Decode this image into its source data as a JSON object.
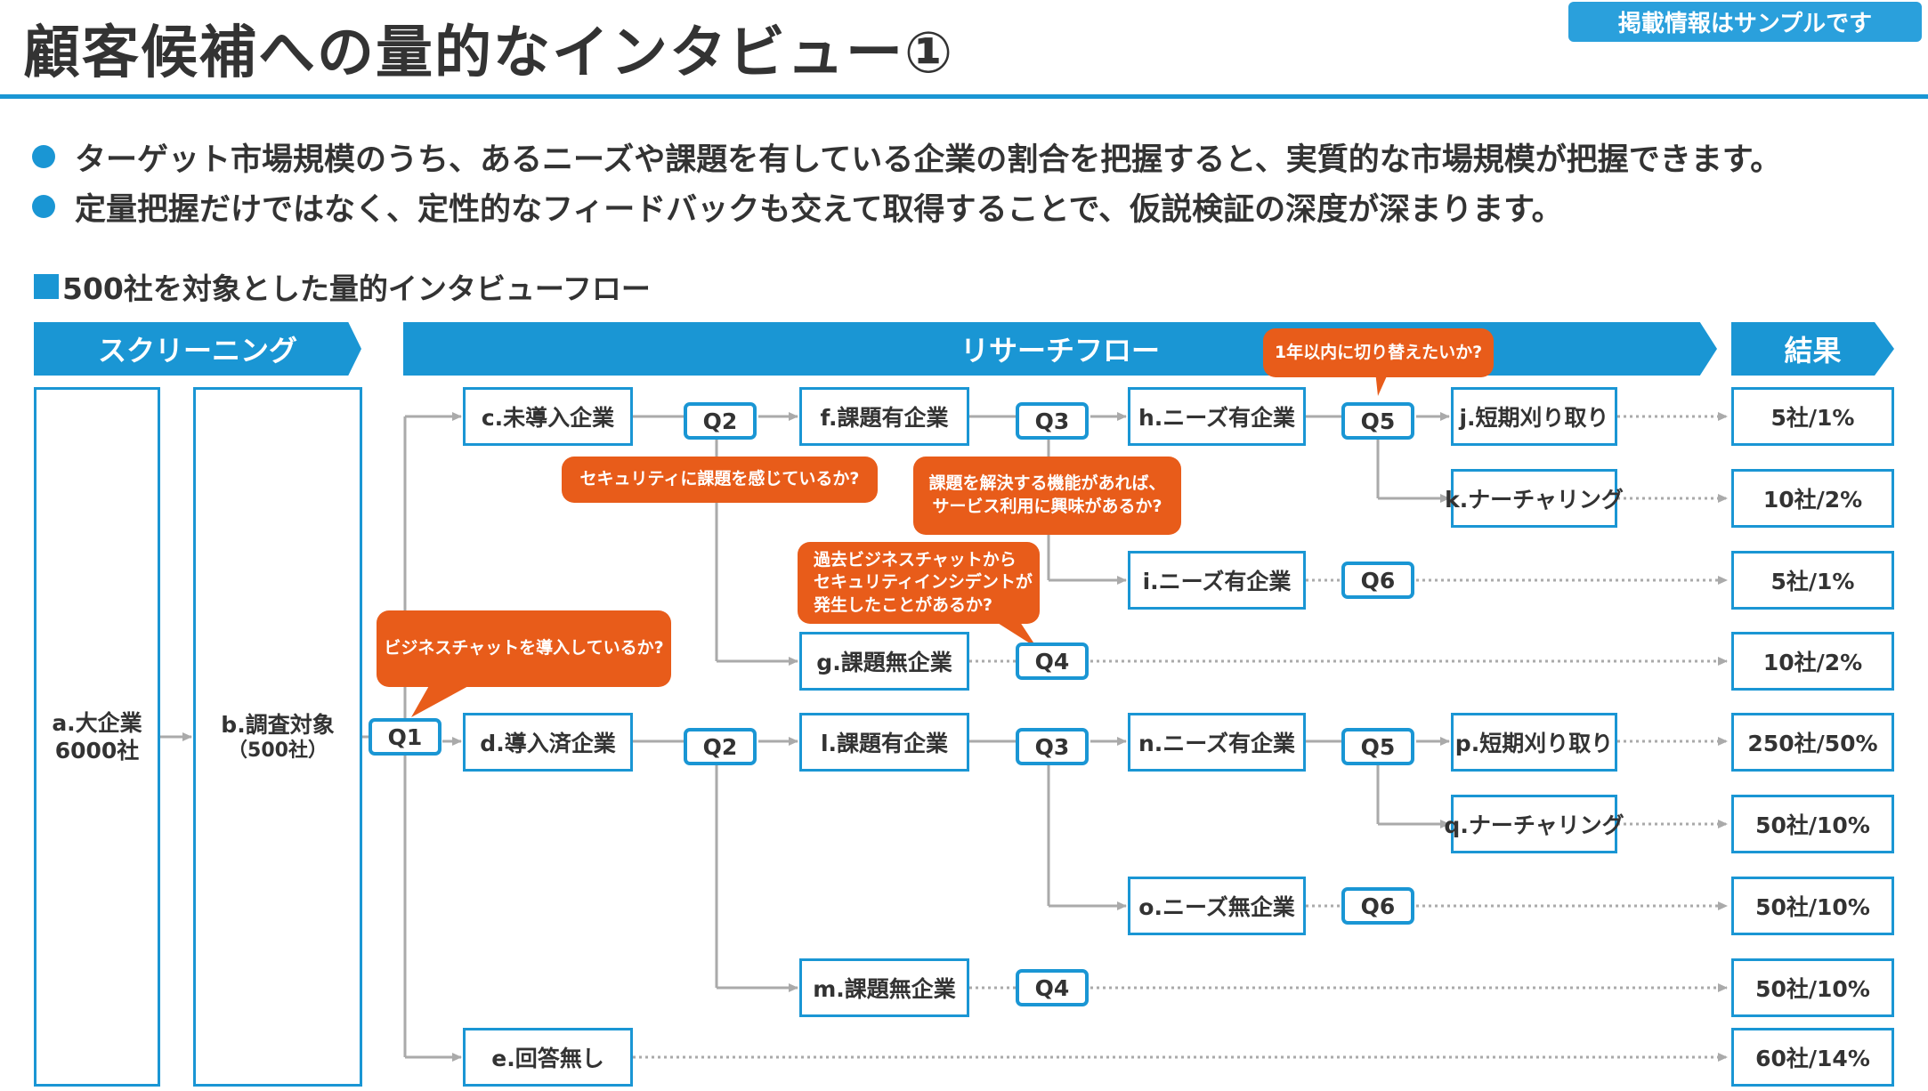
{
  "header": {
    "title": "顧客候補への量的なインタビュー①",
    "sample_badge": "掲載情報はサンプルです"
  },
  "bullets": [
    "ターゲット市場規模のうち、あるニーズや課題を有している企業の割合を把握すると、実質的な市場規模が把握できます。",
    "定量把握だけではなく、定性的なフィードバックも交えて取得することで、仮説検証の深度が深まります。"
  ],
  "section_title": "500社を対象とした量的インタビューフロー",
  "bands": {
    "screening": "スクリーニング",
    "research_flow": "リサーチフロー",
    "results": "結果"
  },
  "screening": {
    "a_line1": "a.大企業",
    "a_line2": "6000社",
    "b_line1": "b.調査対象",
    "b_line2": "（500社）"
  },
  "questions": {
    "q1": "Q1",
    "q2": "Q2",
    "q3": "Q3",
    "q4": "Q4",
    "q5": "Q5",
    "q6": "Q6"
  },
  "nodes": {
    "c": "c.未導入企業",
    "d": "d.導入済企業",
    "e": "e.回答無し",
    "f": "f.課題有企業",
    "g": "g.課題無企業",
    "h": "h.ニーズ有企業",
    "i": "i.ニーズ有企業",
    "j": "j.短期刈り取り",
    "k": "k.ナーチャリング",
    "l": "l.課題有企業",
    "m": "m.課題無企業",
    "n": "n.ニーズ有企業",
    "o": "o.ニーズ無企業",
    "p": "p.短期刈り取り",
    "q": "q.ナーチャリング"
  },
  "callouts": {
    "switch": "1年以内に切り替えたいか?",
    "security": "セキュリティに課題を感じているか?",
    "function_line1": "課題を解決する機能があれば、",
    "function_line2": "サービス利用に興味があるか?",
    "incident_line1": "過去ビジネスチャットから",
    "incident_line2": "セキュリティインシデントが",
    "incident_line3": "発生したことがあるか?",
    "adoption": "ビジネスチャットを導入しているか?"
  },
  "results": [
    "5社/1%",
    "10社/2%",
    "5社/1%",
    "10社/2%",
    "250社/50%",
    "50社/10%",
    "50社/10%",
    "50社/10%",
    "60社/14%"
  ],
  "colors": {
    "accent": "#1a96d4",
    "callout": "#e85c1a",
    "connector": "#aaaaaa"
  }
}
